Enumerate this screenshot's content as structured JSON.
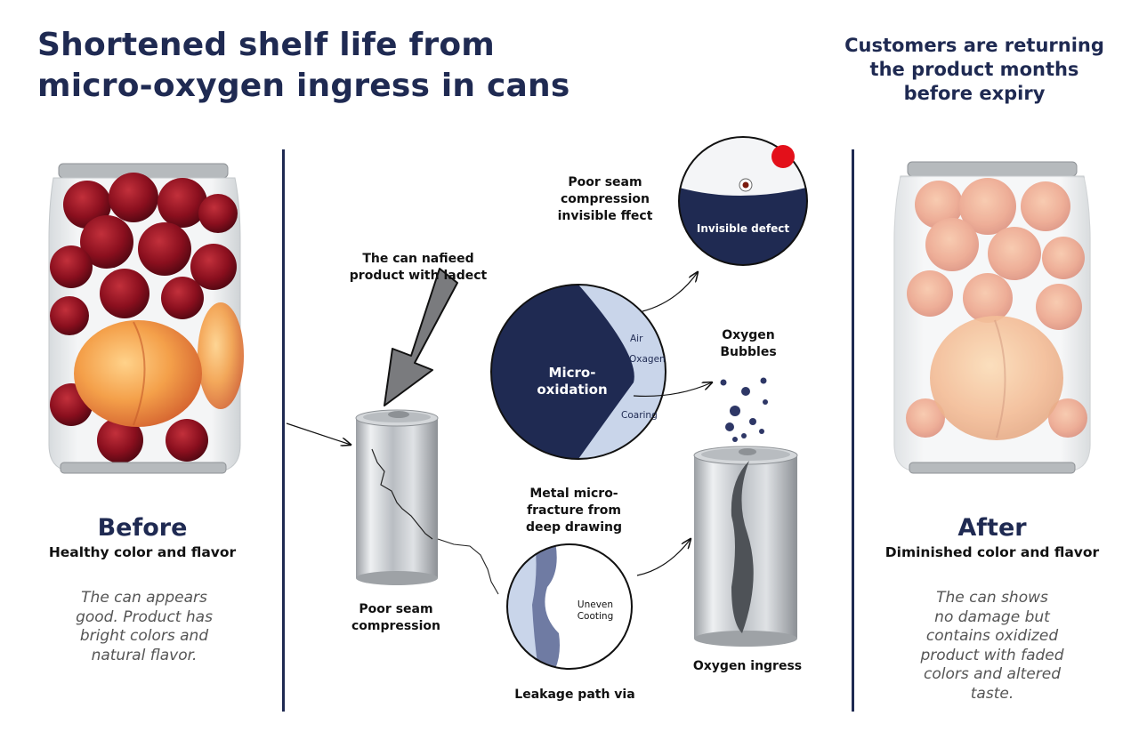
{
  "header": {
    "title_line1": "Shortened shelf life from",
    "title_line2": "micro-oxygen ingress in cans",
    "right_line1": "Customers are returning",
    "right_line2": "the product months",
    "right_line3": "before expiry"
  },
  "before": {
    "heading": "Before",
    "subheading": "Healthy color and flavor",
    "desc_line1": "The can appears",
    "desc_line2": "good. Product has",
    "desc_line3": "bright colors and",
    "desc_line4": "natural flavor."
  },
  "after": {
    "heading": "After",
    "subheading": "Diminished color and flavor",
    "desc_line1": "The can shows",
    "desc_line2": "no damage but",
    "desc_line3": "contains oxidized",
    "desc_line4": "product with faded",
    "desc_line5": "colors and altered",
    "desc_line6": "taste."
  },
  "center": {
    "arrow_label_line1": "The can nafieed",
    "arrow_label_line2": "product with ladect",
    "seam_line1": "Poor seam",
    "seam_line2": "compression",
    "top_label_line1": "Poor seam",
    "top_label_line2": "compression",
    "top_label_line3": "invisible ffect",
    "invisible_defect": "Invisible defect",
    "micro_line1": "Micro-",
    "micro_line2": "oxidation",
    "air": "Air",
    "oxagen": "Oxagen",
    "coaring": "Coaring",
    "bubbles_line1": "Oxygen",
    "bubbles_line2": "Bubbles",
    "fracture_line1": "Metal micro-",
    "fracture_line2": "fracture from",
    "fracture_line3": "deep drawing",
    "uneven_line1": "Uneven",
    "uneven_line2": "Cooting",
    "leakage": "Leakage path via",
    "ingress": "Oxygen ingress"
  },
  "colors": {
    "navy": "#1f2a52",
    "red_dot": "#e3101a",
    "light_blue": "#c9d5ea"
  }
}
